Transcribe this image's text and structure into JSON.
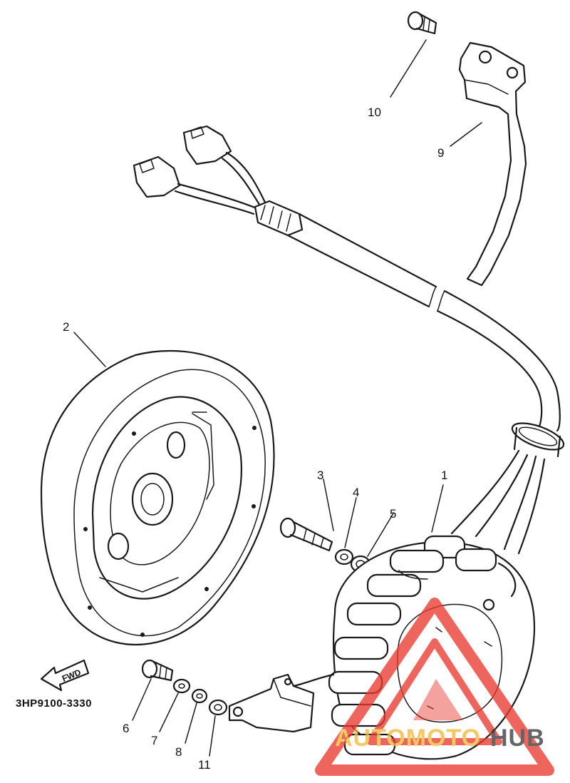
{
  "diagram": {
    "part_code": "3HP9100-3330",
    "direction_label": "FWD",
    "callouts": [
      {
        "id": "1",
        "label": "1"
      },
      {
        "id": "2",
        "label": "2"
      },
      {
        "id": "3",
        "label": "3"
      },
      {
        "id": "4",
        "label": "4"
      },
      {
        "id": "5",
        "label": "5"
      },
      {
        "id": "6",
        "label": "6"
      },
      {
        "id": "7",
        "label": "7"
      },
      {
        "id": "8",
        "label": "8"
      },
      {
        "id": "9",
        "label": "9"
      },
      {
        "id": "10",
        "label": "10"
      },
      {
        "id": "11",
        "label": "11"
      }
    ]
  },
  "watermark": {
    "text_part1": "AUTOMOTO",
    "text_part2": "HUB",
    "color_primary": "#e83a2f",
    "color_secondary": "#f2b93b",
    "color_dark": "#3a3a3a"
  }
}
